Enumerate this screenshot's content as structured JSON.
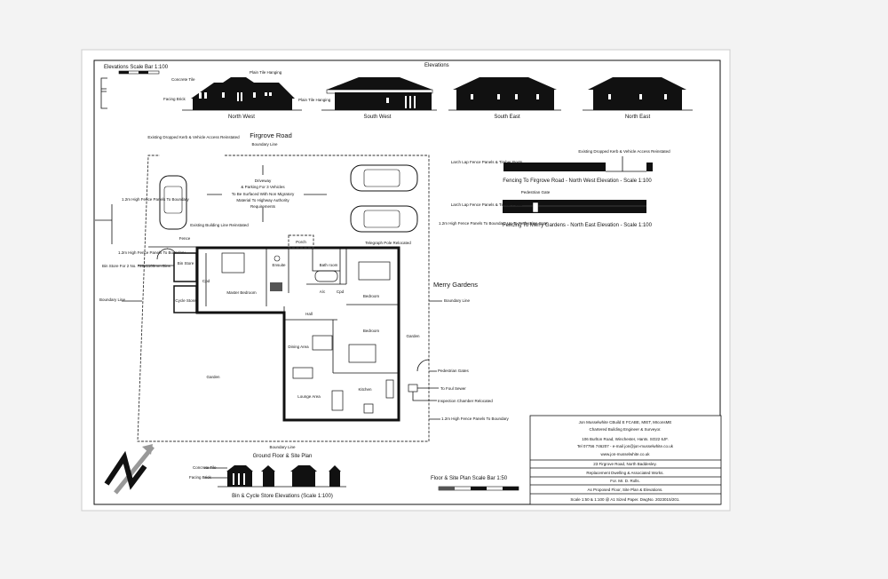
{
  "elevations": {
    "title": "Elevations",
    "scale_bar_label": "Elevations Scale Bar 1:100",
    "views": [
      "North West",
      "South West",
      "South East",
      "North East"
    ],
    "notes": {
      "concrete_tile": "Concrete Tile",
      "plain_tile_hanging_top": "Plain Tile Hanging",
      "facing_brick": "Facing Brick",
      "plain_tile_hanging_side": "Plain Tile Hanging"
    }
  },
  "fencing": {
    "panel_label": "Larch Lap Fence Panels & Timber Posts",
    "kerb_label": "Existing Dropped Kerb & Vehicle Access Reinstated",
    "pedestrian_gate": "Pedestrian Gate",
    "firgrove_caption": "Fencing To Firgrove Road - North West Elevation - Scale 1:100",
    "merry_caption": "Fencing To Merry Gardens - North East Elevation - Scale 1:100"
  },
  "site": {
    "road_north": "Firgrove Road",
    "road_east": "Merry Gardens",
    "boundary_line": "Boundary Line",
    "kerb_note": "Existing Dropped Kerb & Vehicle Access Reinstated",
    "driveway": [
      "Driveway",
      "& Parking For 3 Vehicles",
      "To Be Surfaced With Non Migratory",
      "Material To Highway Authority",
      "Requirements"
    ],
    "building_line": "Existing Building Line Reinstated",
    "fence": "Fence",
    "fence_panels": "1.2m High Fence Panels To Boundary",
    "fence_panels_gate": "1.2m High Fence Panels To Boundary Up To Pedestrian Gate",
    "bin_store_note": "Bin Store For 2 No. 720x1100mm Bins",
    "telegraph_pole": "Telegraph Pole Relocated",
    "pedestrian_gates": "Pedestrian Gates",
    "foul_sewer": "To Foul Sewer",
    "inspection_chamber": "Inspection Chamber Relocated",
    "plan_title": "Ground Floor & Site Plan"
  },
  "rooms": {
    "porch": "Porch",
    "ensuite": "Ensuite",
    "bathroom": "Bath room",
    "ac": "A/c",
    "cpd": "Cpd",
    "master_bedroom": "Master Bedroom",
    "bedroom": "Bedroom",
    "hall": "Hall",
    "dining": "Dining Area",
    "lounge": "Lounge Area",
    "kitchen": "Kitchen",
    "garden": "Garden",
    "bin_store": "Bin Store",
    "cycle_store": "Cycle Store"
  },
  "bin_elevations": {
    "caption": "Bin & Cycle Store Elevations (Scale 1:100)",
    "concrete_tile": "Concrete Tile",
    "facing_brick": "Facing Brick"
  },
  "plan_scale_bar": "Floor & Site Plan Scale Bar 1:50",
  "title_block": {
    "author": "Jon Musselwhite CBuild E FCABE, MIET, MIconsME",
    "profession": "Chartered Building Engineer & Surveyor.",
    "address": "106 Burlton Road, Winchester, Hants. SO22 6JF.",
    "contact": "Tel 07756 746207 - e-mail jon@jon-musselwhite.co.uk",
    "website": "www.jon-musselwhite.co.uk",
    "site": "23 Firgrove Road, North Baddesley.",
    "project": "Replacement Dwelling & Associated Works.",
    "client": "For. Mr. D. Rolls.",
    "drawing": "As Proposed Floor, Site Plan & Elevations.",
    "scale": "Scale 1:50 & 1:100 @ A1 Sized Paper. DwgNo. 2023015/201."
  }
}
